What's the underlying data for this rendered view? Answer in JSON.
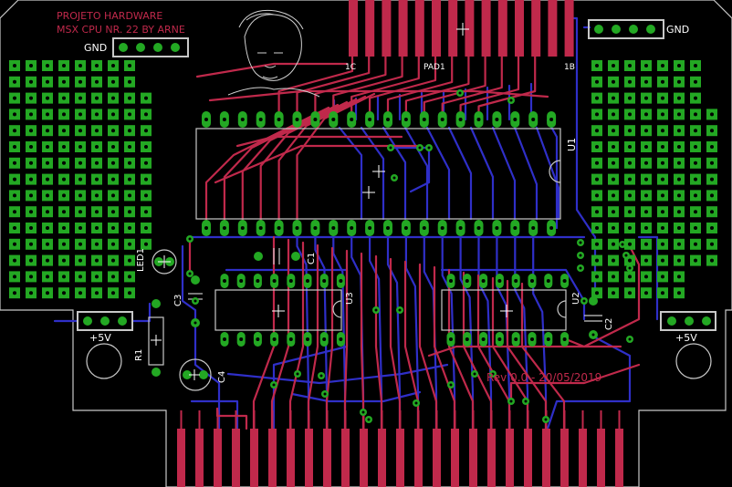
{
  "title_line1": "PROJETO HARDWARE",
  "title_line2": "MSX CPU NR. 22 BY ARNE",
  "gnd_left": "GND",
  "gnd_right": "GND",
  "plus5v_left": "+5V",
  "plus5v_right": "+5V",
  "led_label": "LED1",
  "resistor_label": "R1",
  "cap_c1": "C1",
  "cap_c2": "C2",
  "cap_c3": "C3",
  "cap_c4": "C4",
  "ic_u1": "U1",
  "ic_u2": "U2",
  "ic_u3": "U3",
  "pad_label": "PAD1",
  "pad_num_left": "1C",
  "pad_num_right": "1B",
  "revision": "Rev 0.0 - 20/05/2019",
  "colors": {
    "background": "#000000",
    "outline": "#c8c8c8",
    "top_copper": "#c0294b",
    "bottom_copper": "#2f2fc8",
    "pad": "#23a823",
    "silkscreen": "#ffffff",
    "info_text": "#c0294b"
  }
}
